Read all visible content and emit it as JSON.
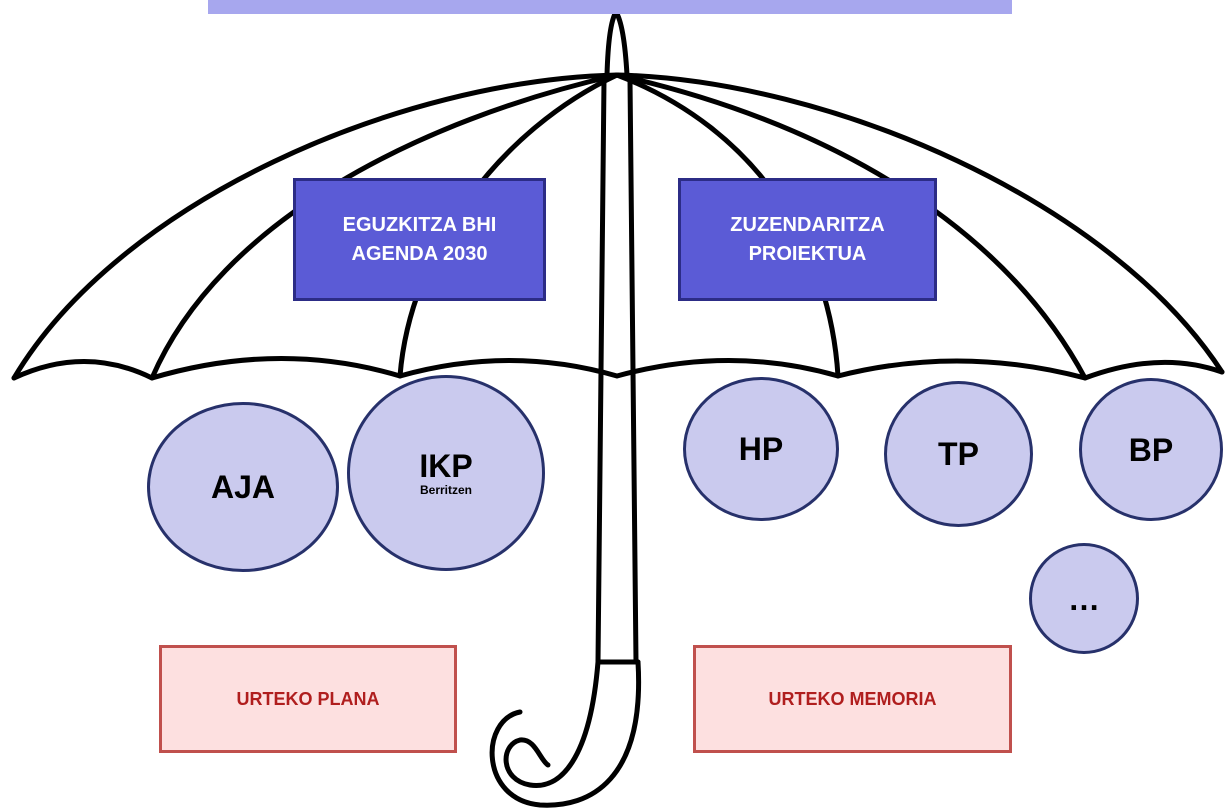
{
  "boxes": {
    "agenda": {
      "line1": "EGUZKITZA BHI",
      "line2": "AGENDA 2030"
    },
    "zuzendaritza": {
      "line1": "ZUZENDARITZA",
      "line2": "PROIEKTUA"
    }
  },
  "circles": {
    "aja": "AJA",
    "ikp": "IKP",
    "ikp_sub": "Berritzen",
    "hp": "HP",
    "tp": "TP",
    "bp": "BP",
    "more": "…"
  },
  "plans": {
    "plana": "URTEKO PLANA",
    "memoria": "URTEKO MEMORIA"
  },
  "colors": {
    "box_fill": "#5b5bd6",
    "circle_fill": "#cacaee",
    "plan_fill": "#fde0e0",
    "plan_text": "#b01e1e"
  }
}
